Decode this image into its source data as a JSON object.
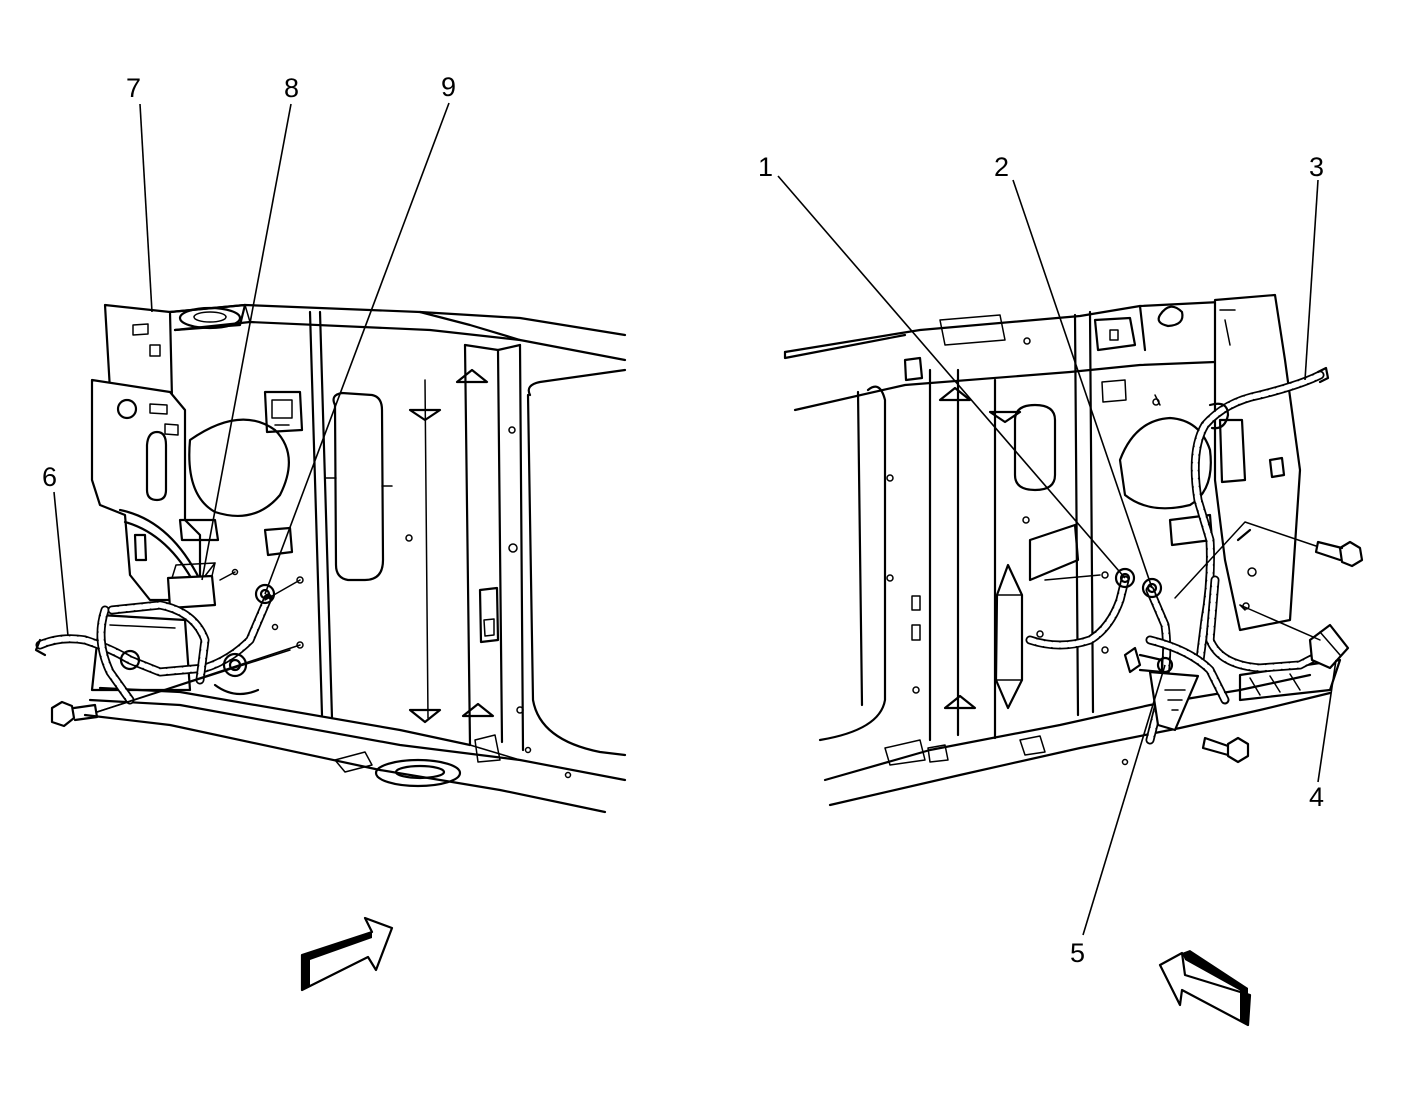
{
  "diagram": {
    "left_view": {
      "callouts": [
        {
          "id": "c7",
          "label": "7"
        },
        {
          "id": "c8",
          "label": "8"
        },
        {
          "id": "c9",
          "label": "9"
        },
        {
          "id": "c6",
          "label": "6"
        }
      ],
      "view_arrow": "view-direction-arrow-right"
    },
    "right_view": {
      "callouts": [
        {
          "id": "c1",
          "label": "1"
        },
        {
          "id": "c2",
          "label": "2"
        },
        {
          "id": "c3",
          "label": "3"
        },
        {
          "id": "c4",
          "label": "4"
        },
        {
          "id": "c5",
          "label": "5"
        }
      ],
      "view_arrow": "view-direction-arrow-left"
    },
    "colors": {
      "line": "#000000",
      "background": "#ffffff"
    }
  }
}
